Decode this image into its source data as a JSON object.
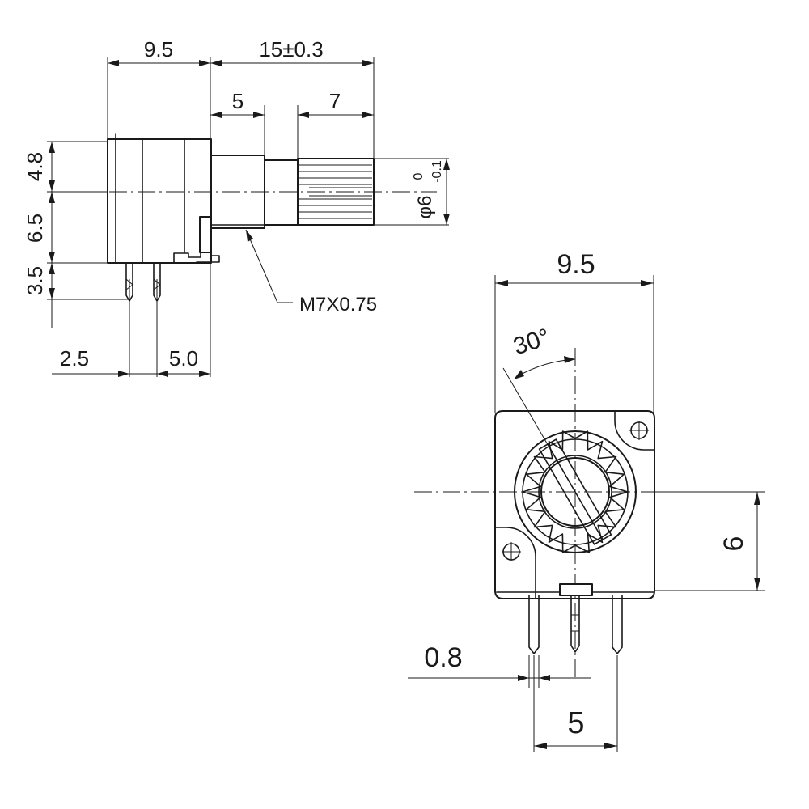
{
  "side_view": {
    "dim_width": "9.5",
    "dim_shaft_length": "15±0.3",
    "dim_thread_length": "5",
    "dim_knurl_length": "7",
    "dim_upper_height": "4.8",
    "dim_lower_height": "6.5",
    "dim_pin_length": "3.5",
    "dim_pin_offset": "2.5",
    "dim_pin_spacing": "5.0",
    "dim_diameter": "φ6",
    "tol_upper": "0",
    "tol_lower": "-0.1",
    "thread_label": "M7X0.75"
  },
  "front_view": {
    "dim_width": "9.5",
    "dim_angle": "30°",
    "dim_height": "6",
    "dim_pin_width": "0.8",
    "dim_pin_spacing": "5"
  }
}
